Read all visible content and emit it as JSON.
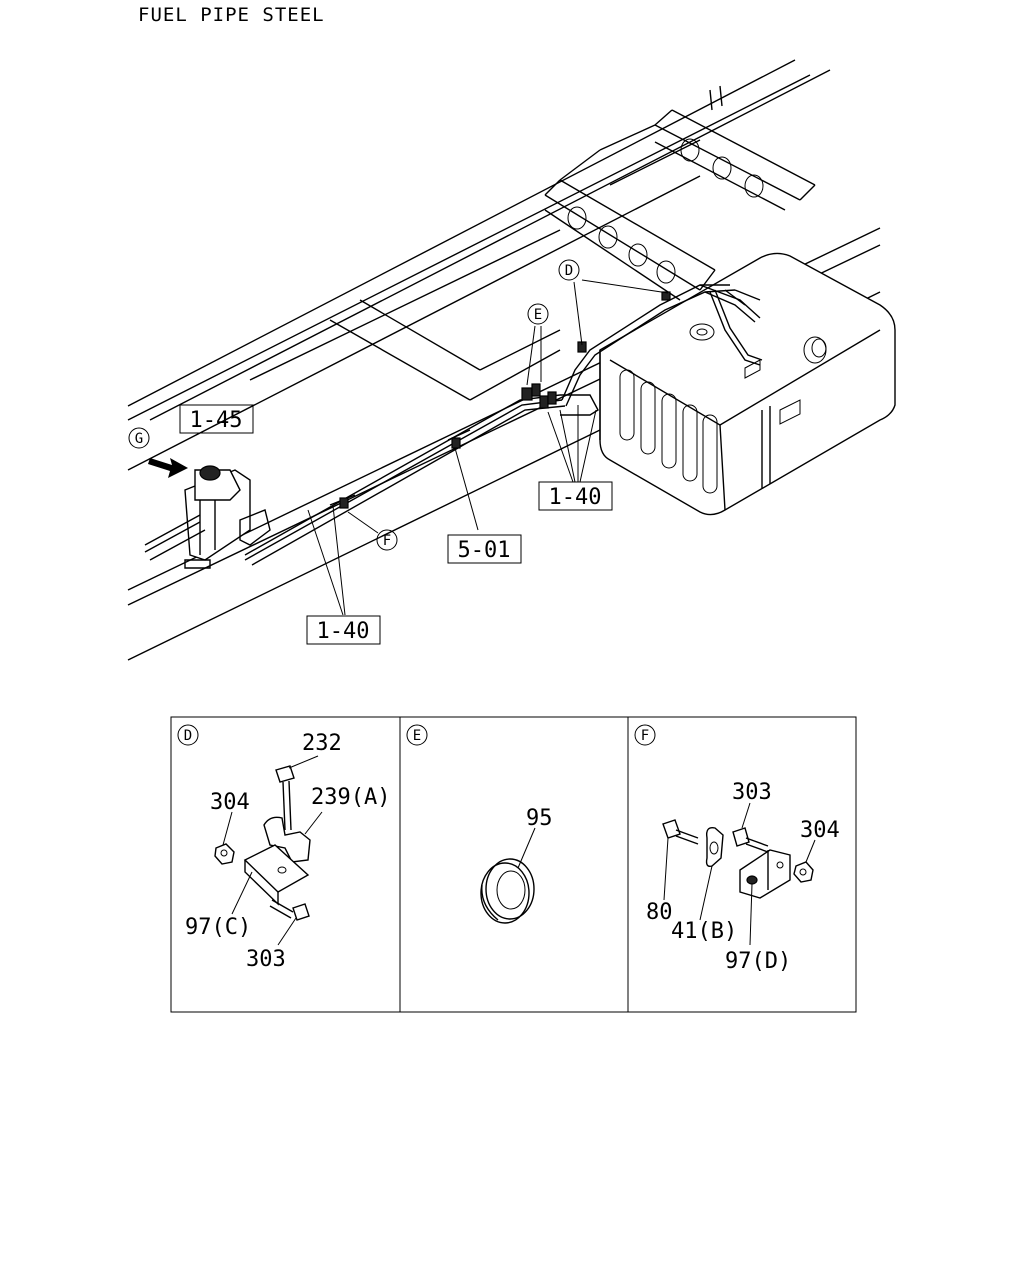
{
  "title": "FUEL PIPE STEEL",
  "main_refs": {
    "ref_1_45": "1-45",
    "ref_1_40_right": "1-40",
    "ref_5_01": "5-01",
    "ref_1_40_left": "1-40"
  },
  "main_callouts": {
    "g": "G",
    "d": "D",
    "e": "E",
    "f": "F"
  },
  "detail_d": {
    "letter": "D",
    "labels": [
      "232",
      "304",
      "239(A)",
      "97(C)",
      "303"
    ]
  },
  "detail_e": {
    "letter": "E",
    "labels": [
      "95"
    ]
  },
  "detail_f": {
    "letter": "F",
    "labels": [
      "303",
      "304",
      "80",
      "41(B)",
      "97(D)"
    ]
  }
}
